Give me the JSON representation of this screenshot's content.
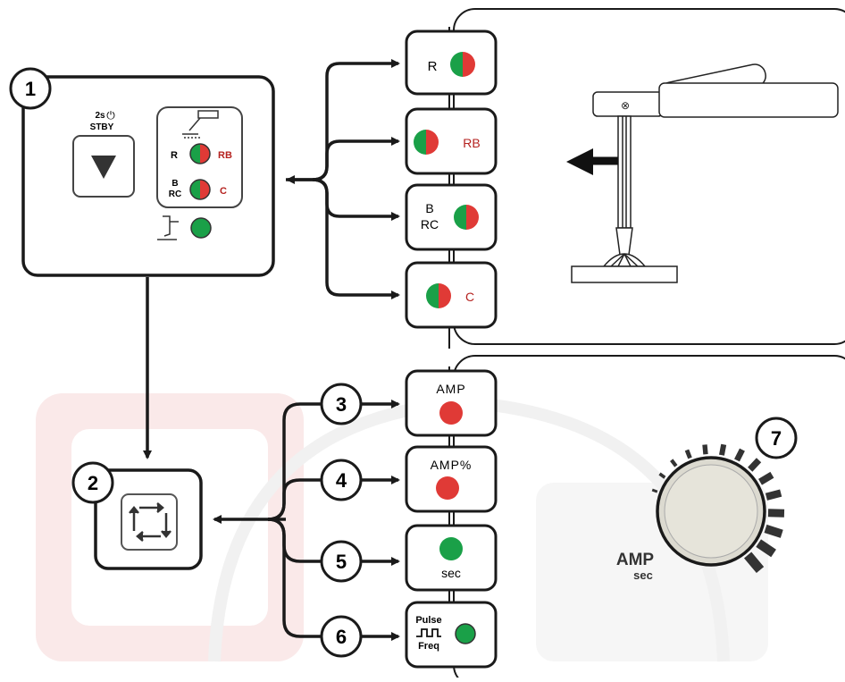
{
  "callouts": {
    "c1": "1",
    "c2": "2",
    "c3": "3",
    "c4": "4",
    "c5": "5",
    "c6": "6",
    "c7": "7"
  },
  "panel": {
    "standby_time": "2s",
    "standby_label": "STBY",
    "row1_left": "R",
    "row1_right": "RB",
    "row2_left_top": "B",
    "row2_left_bottom": "RC",
    "row2_right": "C"
  },
  "modes": {
    "r_label": "R",
    "rb_label": "RB",
    "brc_top": "B",
    "brc_bottom": "RC",
    "c_label": "C"
  },
  "params": {
    "amp_label": "AMP",
    "amp_pct_label": "AMP%",
    "sec_label": "sec",
    "pulse_label": "Pulse",
    "freq_label": "Freq"
  },
  "knob": {
    "amp_label": "AMP",
    "sec_label": "sec"
  },
  "colors": {
    "red": "#e03a36",
    "green": "#1aa048",
    "dark_red": "#b5221f",
    "outline": "#1a1a1a",
    "watermark": "#f6d8d8"
  }
}
